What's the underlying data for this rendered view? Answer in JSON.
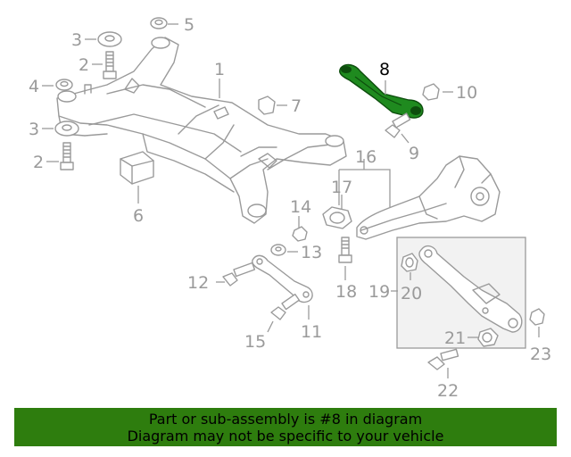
{
  "callouts": {
    "c1": "1",
    "c2a": "2",
    "c2b": "2",
    "c3a": "3",
    "c3b": "3",
    "c4": "4",
    "c5": "5",
    "c6": "6",
    "c7": "7",
    "c8": "8",
    "c9": "9",
    "c10": "10",
    "c11": "11",
    "c12": "12",
    "c13": "13",
    "c14": "14",
    "c15": "15",
    "c16": "16",
    "c17": "17",
    "c18": "18",
    "c19": "19",
    "c20": "20",
    "c21": "21",
    "c22": "22",
    "c23": "23"
  },
  "highlight": {
    "part_number": "8",
    "color": "#1f8a1f"
  },
  "banner": {
    "line1": "Part or sub-assembly is #8 in diagram",
    "line2": "Diagram may not be specific to your vehicle",
    "color": "#2e7d0e"
  }
}
